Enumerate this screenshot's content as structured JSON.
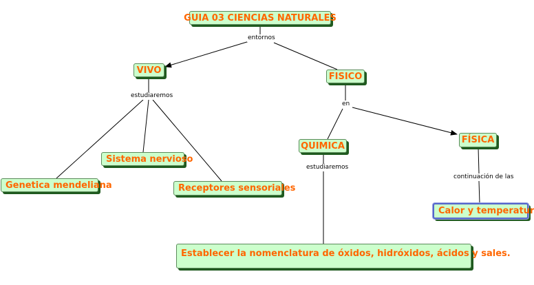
{
  "map": {
    "concepts": {
      "title": "GUIA 03 CIENCIAS NATURALES",
      "vivo": "VIVO",
      "fisico": "FISICO",
      "sistema_nervioso": "Sistema nervioso",
      "genetica": "Genetica mendeliana",
      "receptores": "Receptores sensoriales",
      "quimica": "QUIMICA",
      "fisica": "FÍSICA",
      "calor": "Calor y temperatura",
      "nomenclatura": "Establecer la nomenclatura de óxidos, hidróxidos, ácidos y sales."
    },
    "links": {
      "entornos": "entornos",
      "estudiaremos_vivo": "estudiaremos",
      "en": "en",
      "estudiaremos_quimica": "estudiaremos",
      "continuacion": "continuación de las"
    }
  }
}
